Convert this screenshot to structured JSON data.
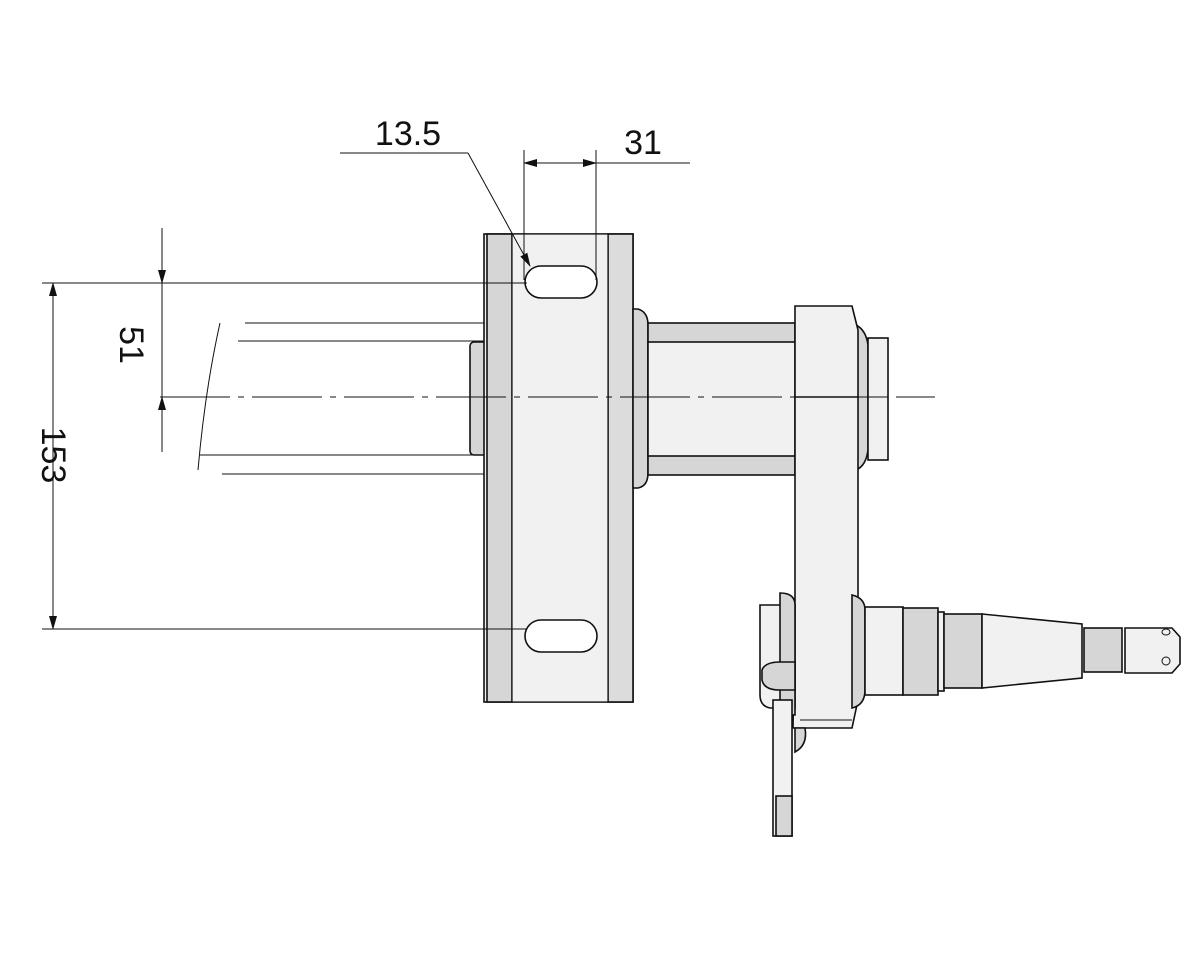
{
  "dimensions": {
    "slot_width": "13.5",
    "slot_length": "31",
    "offset": "51",
    "hole_spacing": "153"
  },
  "colors": {
    "line": "#111111",
    "face": "#f1f1f1",
    "shade": "#d6d6d6"
  }
}
